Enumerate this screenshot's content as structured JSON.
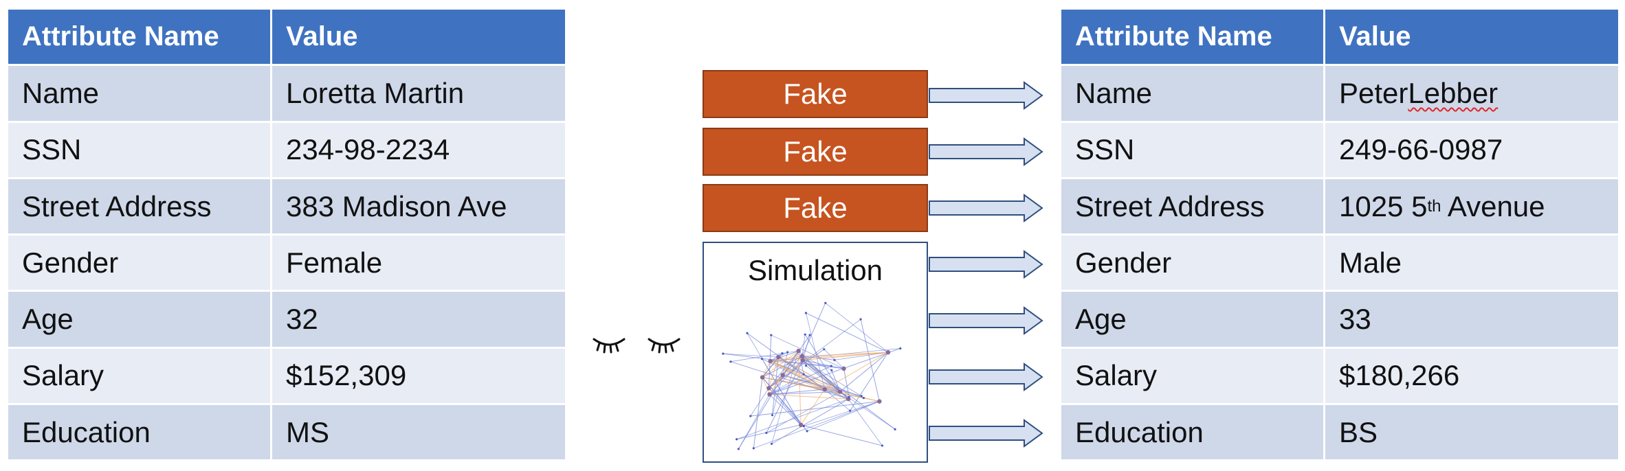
{
  "left_table": {
    "headers": [
      "Attribute Name",
      "Value"
    ],
    "rows": [
      [
        "Name",
        "Loretta Martin"
      ],
      [
        "SSN",
        "234-98-2234"
      ],
      [
        "Street Address",
        "383 Madison Ave"
      ],
      [
        "Gender",
        "Female"
      ],
      [
        "Age",
        "32"
      ],
      [
        "Salary",
        "$152,309"
      ],
      [
        "Education",
        "MS"
      ]
    ]
  },
  "right_table": {
    "headers": [
      "Attribute Name",
      "Value"
    ],
    "rows": [
      [
        "Name",
        "Peter Lebber"
      ],
      [
        "SSN",
        "249-66-0987"
      ],
      [
        "Street Address",
        "1025 5th Avenue"
      ],
      [
        "Gender",
        "Male"
      ],
      [
        "Age",
        "33"
      ],
      [
        "Salary",
        "$180,266"
      ],
      [
        "Education",
        "BS"
      ]
    ],
    "address_parts": {
      "number": "1025 5",
      "superscript": "th",
      "rest": " Avenue"
    },
    "name_parts": {
      "first": "Peter ",
      "last": "Lebber"
    }
  },
  "transforms": {
    "fake_label": "Fake",
    "simulation_label": "Simulation",
    "fake_rows": [
      "Name",
      "SSN",
      "Street Address"
    ],
    "simulation_rows": [
      "Gender",
      "Age",
      "Salary",
      "Education"
    ]
  },
  "colors": {
    "header_bg": "#3f73c1",
    "row_dark": "#ced8e9",
    "row_light": "#e8ecf5",
    "fake_bg": "#c65420",
    "arrow_fill": "#d6e0f0",
    "arrow_stroke": "#2f4f7f",
    "network_edges": "#6b7fd6",
    "network_edges_accent": "#f0a860"
  },
  "icons": {
    "eyes": "closed-eyes-icon",
    "network": "network-graph-icon",
    "arrow": "right-arrow-icon"
  }
}
